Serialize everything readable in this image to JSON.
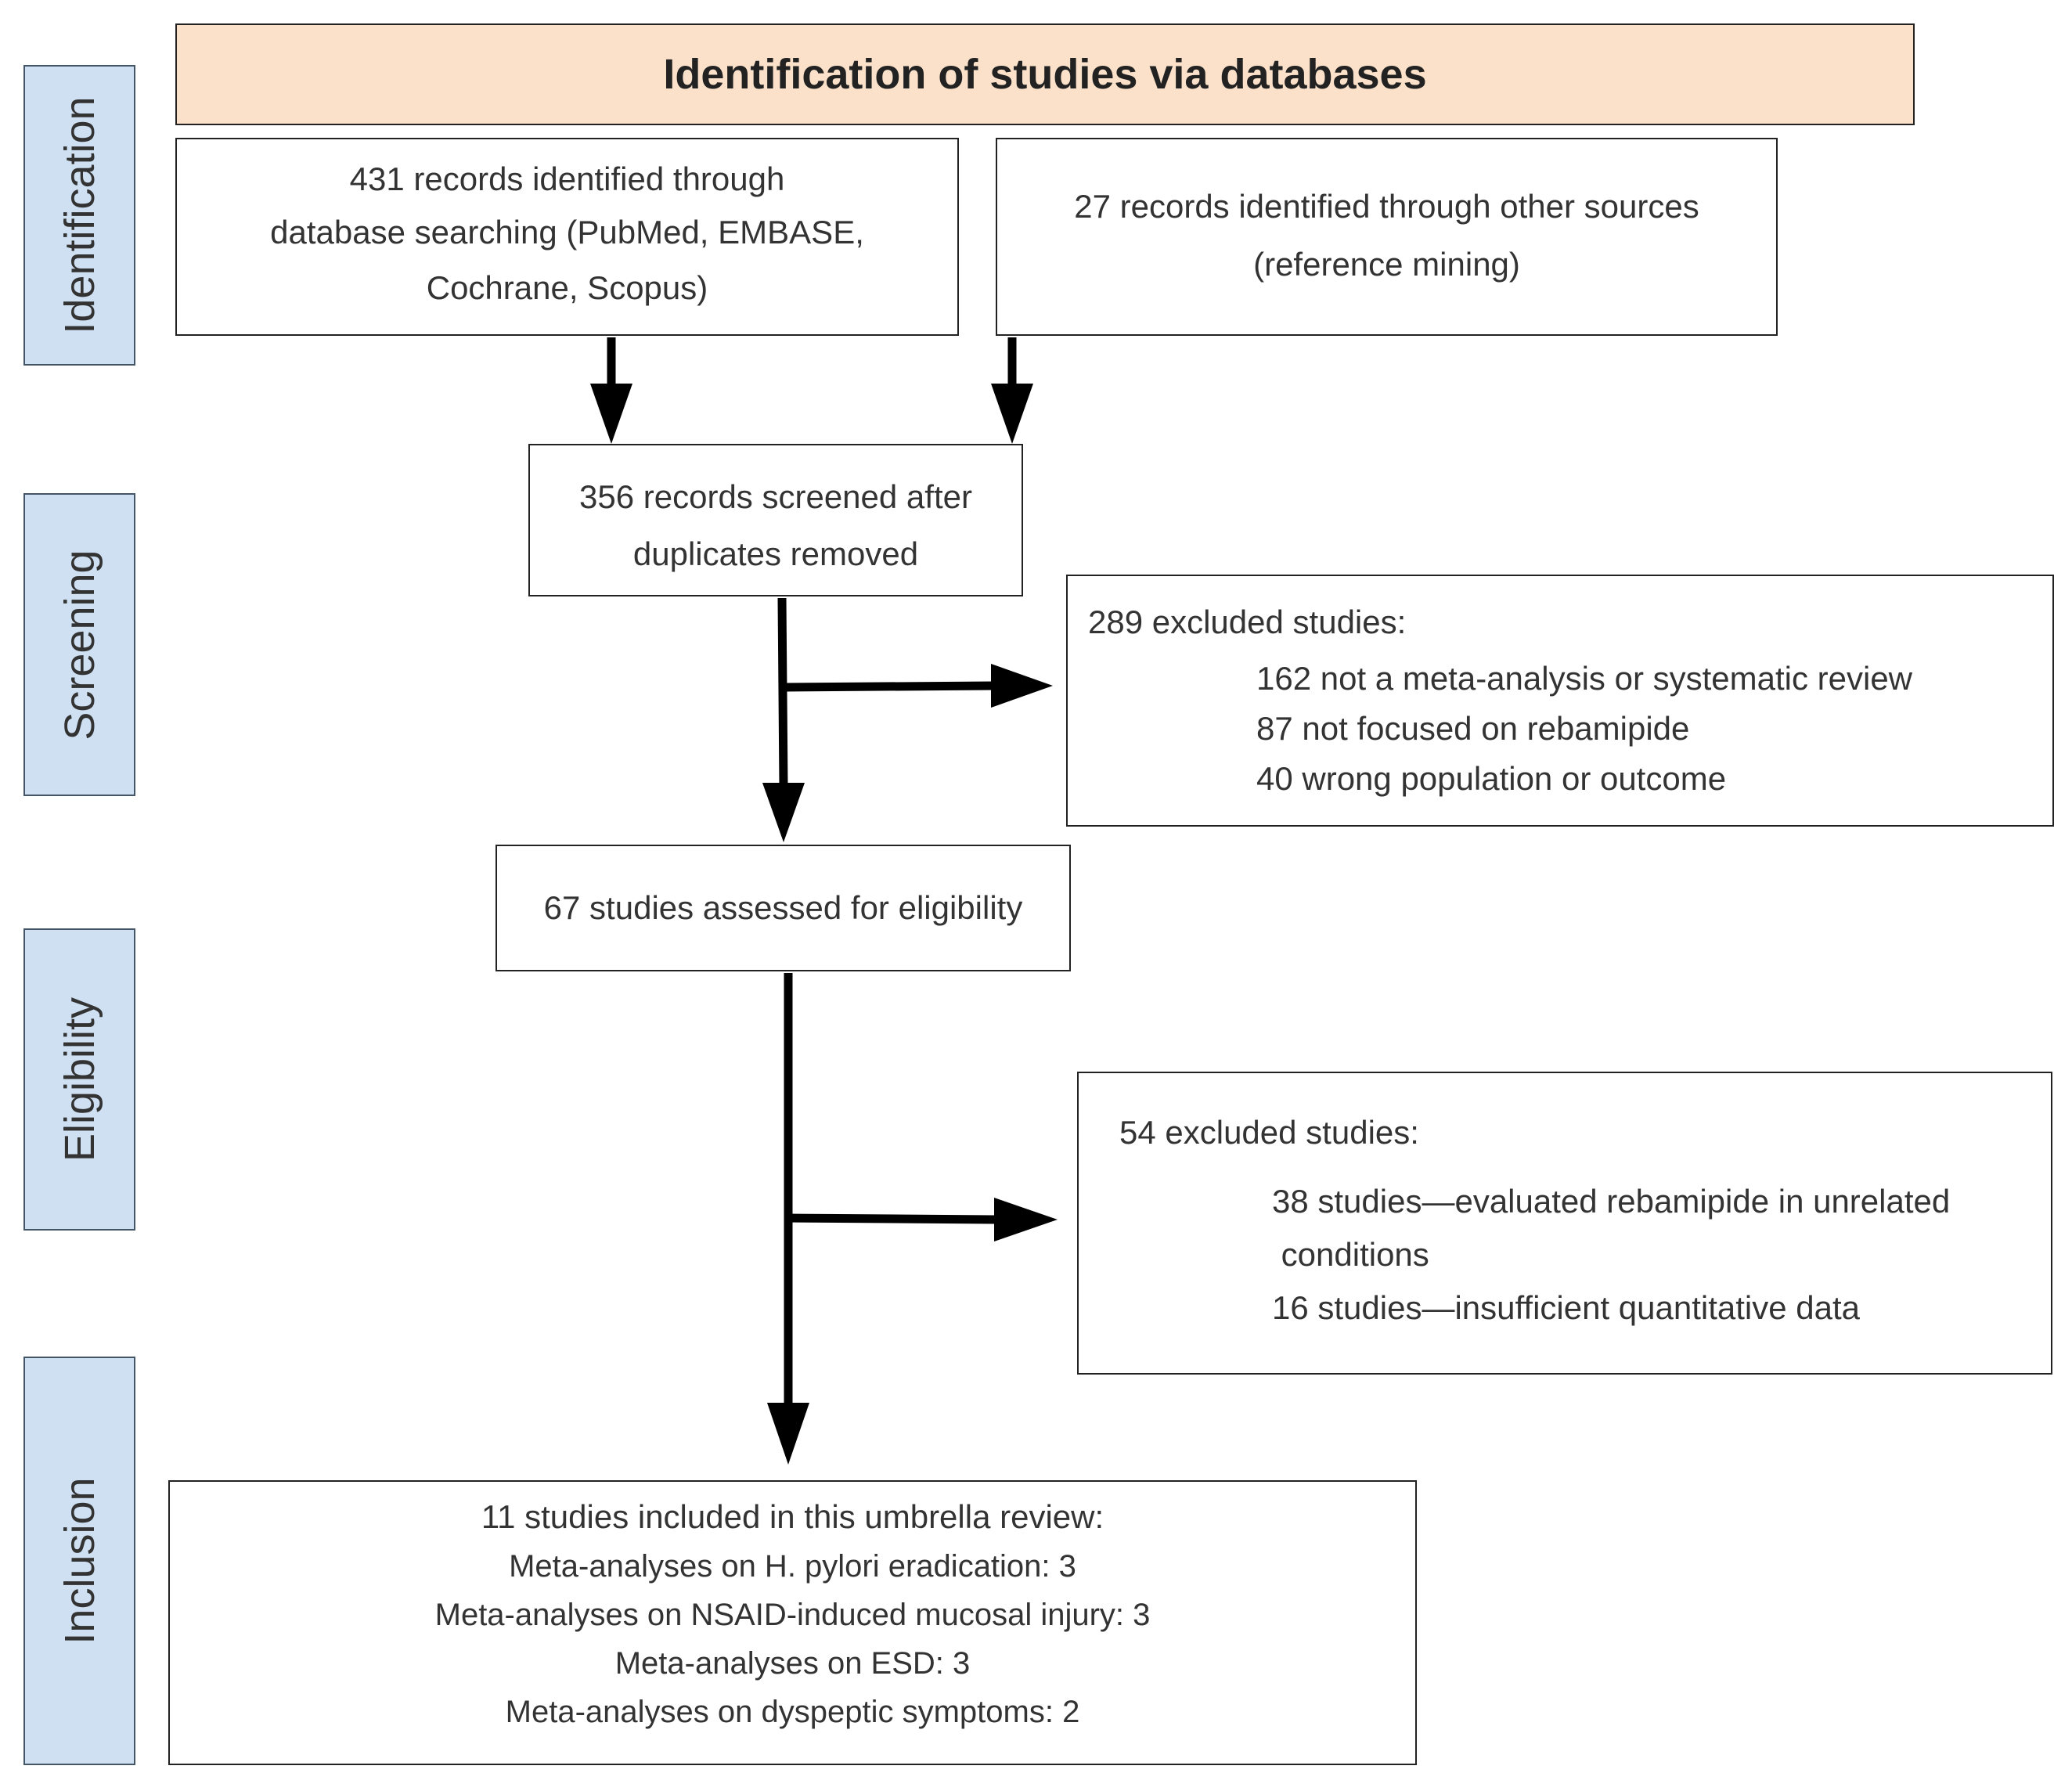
{
  "header": {
    "title": "Identification of studies via databases"
  },
  "phases": [
    "Identification",
    "Screening",
    "Eligibility",
    "Inclusion"
  ],
  "identification": {
    "database": [
      "431 records identified through",
      "database searching (PubMed, EMBASE,",
      "Cochrane, Scopus)"
    ],
    "other": [
      "27 records identified through other sources",
      "(reference mining)"
    ]
  },
  "screening": {
    "screened": [
      "356 records screened after",
      "duplicates removed"
    ],
    "excluded_title": "289 excluded studies:",
    "excluded_items": [
      "162 not a meta-analysis or systematic review",
      "87 not focused on rebamipide",
      "40 wrong population or outcome"
    ]
  },
  "eligibility": {
    "assessed": "67 studies assessed for eligibility",
    "excluded_title": "54 excluded studies:",
    "excluded_items": [
      "38 studies—evaluated rebamipide in unrelated",
      " conditions",
      "16 studies—insufficient quantitative data"
    ]
  },
  "inclusion": {
    "title": "11 studies included in this umbrella review:",
    "items": [
      "Meta-analyses on H. pylori eradication: 3",
      "Meta-analyses on NSAID-induced mucosal injury: 3",
      "Meta-analyses on ESD: 3",
      "Meta-analyses on dyspeptic symptoms: 2"
    ]
  },
  "colors": {
    "banner": "#fbe1c9",
    "phase_label": "#cfe0f3",
    "border": "#222222",
    "arrow": "#000000"
  }
}
